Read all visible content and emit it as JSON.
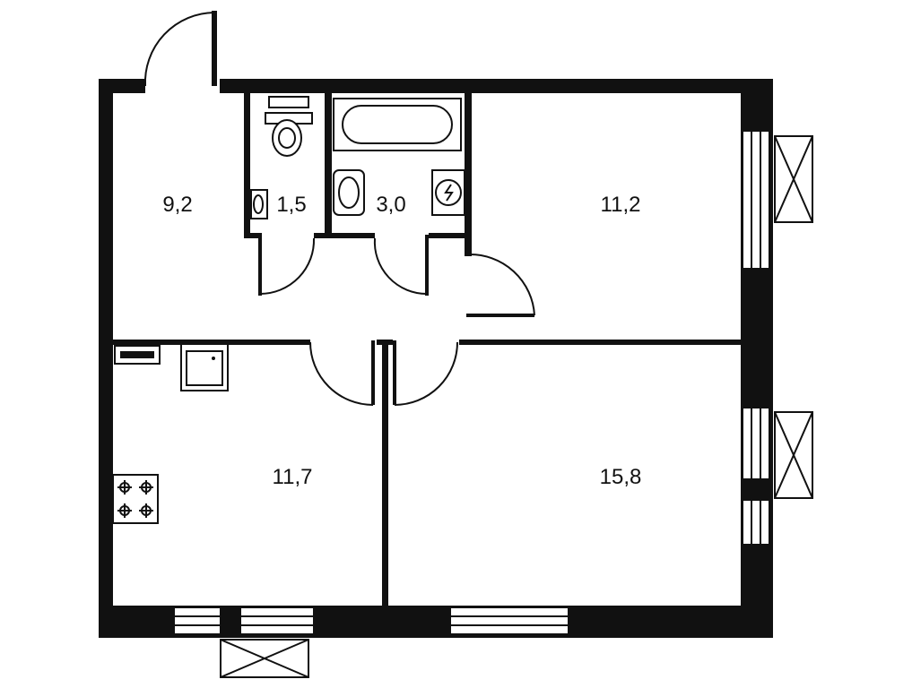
{
  "rooms": [
    {
      "id": "hall",
      "area": "9,2"
    },
    {
      "id": "toilet",
      "area": "1,5"
    },
    {
      "id": "bathroom",
      "area": "3,0"
    },
    {
      "id": "bedroom",
      "area": "11,2"
    },
    {
      "id": "kitchen",
      "area": "11,7"
    },
    {
      "id": "living",
      "area": "15,8"
    }
  ],
  "colors": {
    "wall": "#111111",
    "background": "#ffffff"
  }
}
